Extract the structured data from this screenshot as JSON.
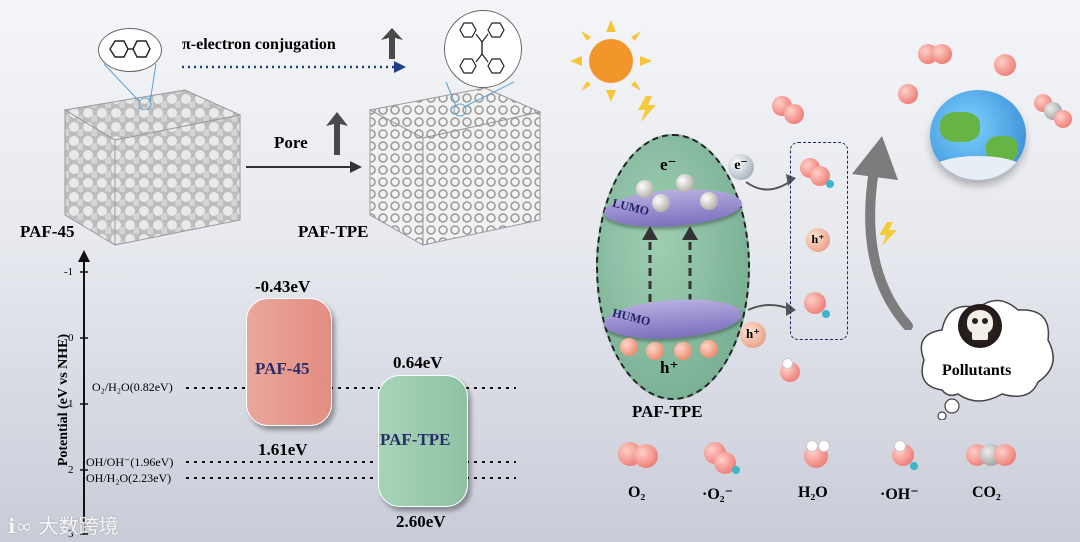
{
  "top": {
    "conjugation_label": "π-electron conjugation",
    "pore_label": "Pore",
    "paf45_label": "PAF-45",
    "paftpe_label": "PAF-TPE"
  },
  "chart": {
    "y_axis_label": "Potential (eV vs NHE)",
    "ticks": [
      "-1",
      "0",
      "1",
      "2",
      "3"
    ],
    "levels": [
      {
        "label": "O₂/H₂O(0.82eV)",
        "value": 0.82
      },
      {
        "label": "·OH/OH⁻(1.96eV)",
        "value": 1.96
      },
      {
        "label": "·OH/H₂O(2.23eV)",
        "value": 2.23
      }
    ],
    "paf45": {
      "name": "PAF-45",
      "lumo": "-0.43eV",
      "homo": "1.61eV"
    },
    "paftpe": {
      "name": "PAF-TPE",
      "lumo": "0.64eV",
      "homo": "2.60eV"
    }
  },
  "mechanism": {
    "lumo_label": "LUMO",
    "homo_label": "HUMO",
    "electron_label": "e⁻",
    "hole_label": "h⁺",
    "ellipse_label": "PAF-TPE",
    "electron_badge": "e⁻",
    "hole_badge": "h⁺",
    "middle_hole": "h⁺",
    "pollutants_label": "Pollutants"
  },
  "legend": {
    "o2": "O₂",
    "superoxide": "·O₂⁻",
    "h2o": "H₂O",
    "hydroxyl": "·OH⁻",
    "co2": "CO₂"
  },
  "watermark": "大数跨境",
  "colors": {
    "paf45_box": "#e69a8d",
    "paftpe_box": "#9ccbb0",
    "ellipse": "#7fb59a",
    "disc": "#9c8fcf",
    "arrow": "#4a4a4a",
    "oxygen": "#ec7168",
    "hydrogen": "#3ab6c6"
  }
}
